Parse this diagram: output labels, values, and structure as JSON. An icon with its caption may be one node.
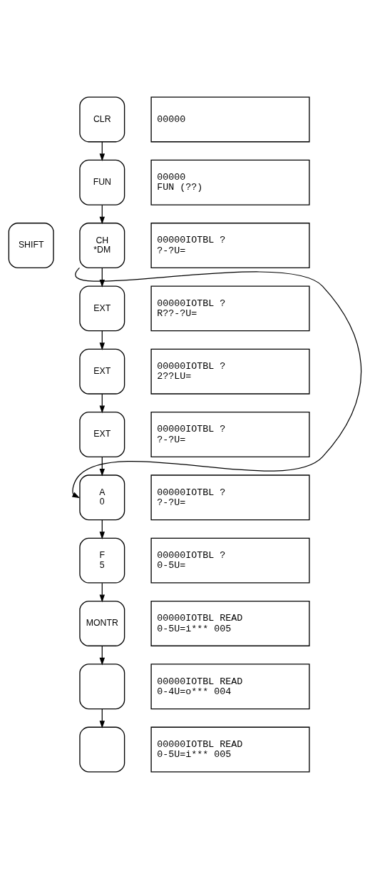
{
  "diagram": {
    "nodes": [
      {
        "text": [
          "CLR"
        ]
      },
      {
        "text": [
          "00000"
        ]
      },
      {
        "text": [
          "FUN"
        ]
      },
      {
        "text": [
          "00000",
          "FUN (??)"
        ]
      },
      {
        "text": [
          "SHIFT"
        ]
      },
      {
        "text": [
          "CH",
          "*DM"
        ]
      },
      {
        "text": [
          "00000IOTBL ?",
          "?-?U="
        ]
      },
      {
        "text": [
          "EXT"
        ]
      },
      {
        "text": [
          "00000IOTBL ?",
          "R??-?U="
        ]
      },
      {
        "text": [
          "EXT"
        ]
      },
      {
        "text": [
          "00000IOTBL ?",
          "2??LU="
        ]
      },
      {
        "text": [
          "EXT"
        ]
      },
      {
        "text": [
          "00000IOTBL ?",
          "?-?U="
        ]
      },
      {
        "text": [
          "A",
          "0"
        ]
      },
      {
        "text": [
          "00000IOTBL ?",
          "?-?U="
        ]
      },
      {
        "text": [
          "F",
          "5"
        ]
      },
      {
        "text": [
          "00000IOTBL ?",
          "0-5U="
        ]
      },
      {
        "text": [
          "MONTR"
        ]
      },
      {
        "text": [
          "00000IOTBL READ",
          "0-5U=i*** 005"
        ]
      },
      {
        "text": [],
        "shape": "box"
      },
      {
        "text": [
          "00000IOTBL READ",
          "0-4U=o*** 004"
        ]
      },
      {
        "text": [],
        "shape": "box"
      },
      {
        "text": [
          "00000IOTBL READ",
          "0-5U=i*** 005"
        ]
      }
    ],
    "edges": [
      {
        "from": 0,
        "to": 2,
        "arrow": "to"
      },
      {
        "from": 2,
        "to": 5,
        "arrow": "to"
      },
      {
        "from": 5,
        "to": 7,
        "arrow": "to"
      },
      {
        "from": 7,
        "to": 9,
        "arrow": "to"
      },
      {
        "from": 9,
        "to": 11,
        "arrow": "to"
      },
      {
        "from": 11,
        "to": 13,
        "arrow": "to"
      },
      {
        "from": 5,
        "to": 13,
        "arrow": "to"
      },
      {
        "from": 13,
        "to": 15,
        "arrow": "to"
      },
      {
        "from": 15,
        "to": 17,
        "arrow": "to"
      },
      {
        "from": 17,
        "to": 19,
        "arrow": "to"
      },
      {
        "from": 19,
        "to": 21,
        "arrow": "to"
      }
    ]
  }
}
